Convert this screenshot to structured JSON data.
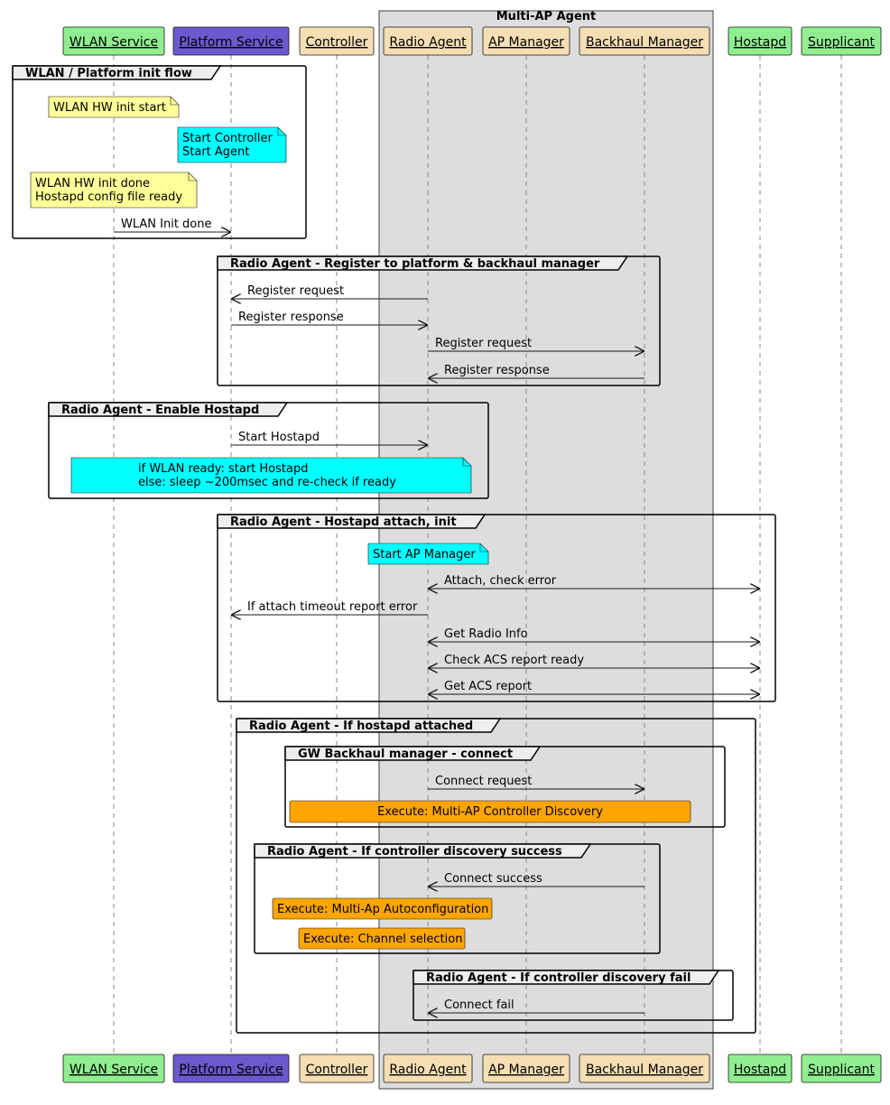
{
  "group_box": {
    "title": "Multi-AP Agent",
    "fill": "#dddddd"
  },
  "participants": [
    {
      "id": "wlan",
      "label": "WLAN Service",
      "fill": "#90ee90"
    },
    {
      "id": "platform",
      "label": "Platform Service",
      "fill": "#6a5acd"
    },
    {
      "id": "controller",
      "label": "Controller",
      "fill": "#f5deb3"
    },
    {
      "id": "radio",
      "label": "Radio Agent",
      "fill": "#f5deb3"
    },
    {
      "id": "apm",
      "label": "AP Manager",
      "fill": "#f5deb3"
    },
    {
      "id": "backhaul",
      "label": "Backhaul Manager",
      "fill": "#f5deb3"
    },
    {
      "id": "hostapd",
      "label": "Hostapd",
      "fill": "#90ee90"
    },
    {
      "id": "supplicant",
      "label": "Supplicant",
      "fill": "#90ee90"
    }
  ],
  "frames": [
    {
      "title": "WLAN / Platform init flow"
    },
    {
      "title": "Radio Agent - Register to platform & backhaul manager"
    },
    {
      "title": "Radio Agent - Enable Hostapd"
    },
    {
      "title": "Radio Agent - Hostapd attach, init"
    },
    {
      "title": "Radio Agent - If hostapd attached"
    },
    {
      "title": "GW Backhaul manager - connect"
    },
    {
      "title": "Radio Agent - If controller discovery success"
    },
    {
      "title": "Radio Agent - If controller discovery fail"
    }
  ],
  "notes": [
    {
      "lines": [
        "WLAN HW init start"
      ],
      "fill": "#ffff99"
    },
    {
      "lines": [
        "Start Controller",
        "Start Agent"
      ],
      "fill": "#00ffff"
    },
    {
      "lines": [
        "WLAN HW init done",
        "Hostapd config file ready"
      ],
      "fill": "#ffff99"
    },
    {
      "lines": [
        "if WLAN ready: start Hostapd",
        "else: sleep ~200msec and re-check if ready"
      ],
      "fill": "#00ffff"
    },
    {
      "lines": [
        "Start AP Manager"
      ],
      "fill": "#00ffff"
    },
    {
      "lines": [
        "Execute: Multi-AP Controller Discovery"
      ],
      "fill": "#ffa500"
    },
    {
      "lines": [
        "Execute: Multi-Ap Autoconfiguration"
      ],
      "fill": "#ffa500"
    },
    {
      "lines": [
        "Execute: Channel selection"
      ],
      "fill": "#ffa500"
    }
  ],
  "messages": [
    {
      "label": "WLAN Init done",
      "from": "wlan",
      "to": "platform",
      "bidirectional": false
    },
    {
      "label": "Register request",
      "from": "radio",
      "to": "platform",
      "bidirectional": false
    },
    {
      "label": "Register response",
      "from": "platform",
      "to": "radio",
      "bidirectional": false
    },
    {
      "label": "Register request",
      "from": "radio",
      "to": "backhaul",
      "bidirectional": false
    },
    {
      "label": "Register response",
      "from": "backhaul",
      "to": "radio",
      "bidirectional": false
    },
    {
      "label": "Start Hostapd",
      "from": "platform",
      "to": "radio",
      "bidirectional": false
    },
    {
      "label": "Attach, check error",
      "from": "radio",
      "to": "hostapd",
      "bidirectional": true
    },
    {
      "label": "If attach timeout report error",
      "from": "radio",
      "to": "platform",
      "bidirectional": false
    },
    {
      "label": "Get Radio Info",
      "from": "radio",
      "to": "hostapd",
      "bidirectional": true
    },
    {
      "label": "Check ACS report ready",
      "from": "radio",
      "to": "hostapd",
      "bidirectional": true
    },
    {
      "label": "Get ACS report",
      "from": "radio",
      "to": "hostapd",
      "bidirectional": true
    },
    {
      "label": "Connect request",
      "from": "radio",
      "to": "backhaul",
      "bidirectional": false
    },
    {
      "label": "Connect success",
      "from": "backhaul",
      "to": "radio",
      "bidirectional": false
    },
    {
      "label": "Connect fail",
      "from": "backhaul",
      "to": "radio",
      "bidirectional": false
    }
  ]
}
